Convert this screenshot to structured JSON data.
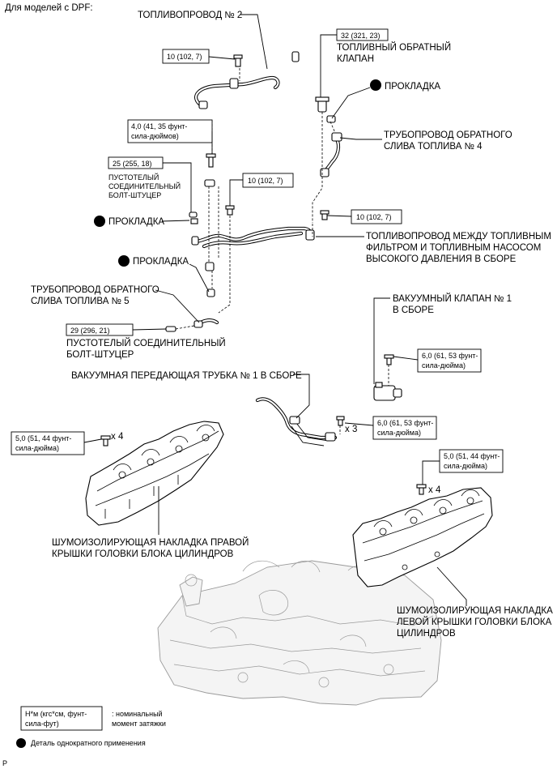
{
  "header": "Для моделей с DPF:",
  "footer_code": "P",
  "callouts": {
    "fuel_pipe_2": "ТОПЛИВОПРОВОД № 2",
    "check_valve_torque": "32 (321, 23)",
    "check_valve": [
      "ТОПЛИВНЫЙ ОБРАТНЫЙ",
      "КЛАПАН"
    ],
    "torque_10_a": "10 (102, 7)",
    "gasket": "ПРОКЛАДКА",
    "return_pipe_4": [
      "ТРУБОПРОВОД ОБРАТНОГО",
      "СЛИВА ТОПЛИВА № 4"
    ],
    "torque_4": [
      "4,0 (41, 35 фунт-",
      "сила-дюймов)"
    ],
    "torque_25": "25 (255, 18)",
    "union_bolt_small": [
      "ПУСТОТЕЛЫЙ",
      "СОЕДИНИТЕЛЬНЫЙ",
      "БОЛТ-ШТУЦЕР"
    ],
    "torque_10_b": "10 (102, 7)",
    "torque_10_c": "10 (102, 7)",
    "filter_pump_pipe": [
      "ТОПЛИВОПРОВОД МЕЖДУ ТОПЛИВНЫМ",
      "ФИЛЬТРОМ И ТОПЛИВНЫМ НАСОСОМ",
      "ВЫСОКОГО ДАВЛЕНИЯ В СБОРЕ"
    ],
    "return_pipe_5": [
      "ТРУБОПРОВОД ОБРАТНОГО",
      "СЛИВА ТОПЛИВА № 5"
    ],
    "torque_29": "29 (296, 21)",
    "union_bolt_large": [
      "ПУСТОТЕЛЫЙ СОЕДИНИТЕЛЬНЫЙ",
      "БОЛТ-ШТУЦЕР"
    ],
    "vacuum_valve": [
      "ВАКУУМНЫЙ КЛАПАН № 1",
      "В СБОРЕ"
    ],
    "torque_6_a": [
      "6,0 (61, 53 фунт-",
      "сила-дюйма)"
    ],
    "vacuum_pipe": "ВАКУУМНАЯ ПЕРЕДАЮЩАЯ ТРУБКА № 1 В СБОРЕ",
    "torque_6_b": [
      "6,0 (61, 53 фунт-",
      "сила-дюйма)"
    ],
    "qty_3": "x 3",
    "torque_5_a": [
      "5,0 (51, 44 фунт-",
      "сила-дюйма)"
    ],
    "qty_4_a": "x 4",
    "torque_5_b": [
      "5,0 (51, 44 фунт-",
      "сила-дюйма)"
    ],
    "qty_4_b": "x 4",
    "right_cover": [
      "ШУМОИЗОЛИРУЮЩАЯ НАКЛАДКА ПРАВОЙ",
      "КРЫШКИ ГОЛОВКИ БЛОКА ЦИЛИНДРОВ"
    ],
    "left_cover": [
      "ШУМОИЗОЛИРУЮЩАЯ НАКЛАДКА",
      "ЛЕВОЙ КРЫШКИ ГОЛОВКИ БЛОКА",
      "ЦИЛИНДРОВ"
    ]
  },
  "legend": {
    "torque_units": [
      "Н*м (кгс*см, фунт-",
      "сила-фут)"
    ],
    "torque_desc": [
      ": номинальный",
      "момент затяжки"
    ],
    "non_reusable": "Деталь однократного применения"
  }
}
